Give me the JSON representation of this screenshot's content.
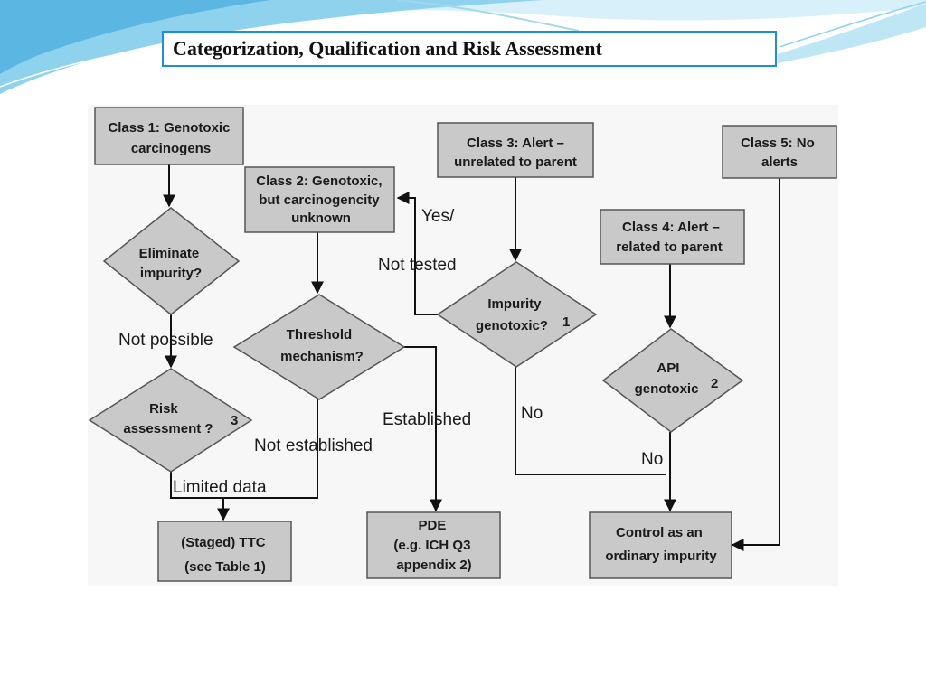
{
  "slide": {
    "title": "Categorization, Qualification and Risk Assessment",
    "colors": {
      "title_border": "#1e8fd0",
      "box_fill": "#c9c9c9",
      "box_stroke": "#555555",
      "arrow": "#111111",
      "wave_light": "#bfe6f5",
      "wave_mid": "#7fcbea"
    }
  },
  "diagram": {
    "class1": [
      "Class 1: Genotoxic",
      "carcinogens"
    ],
    "class2": [
      "Class 2: Genotoxic,",
      "but carcinogencity",
      "unknown"
    ],
    "class3": [
      "Class 3: Alert –",
      "unrelated to parent"
    ],
    "class4": [
      "Class 4: Alert –",
      "related to parent"
    ],
    "class5": [
      "Class 5: No",
      "alerts"
    ],
    "eliminate": [
      "Eliminate",
      "impurity?"
    ],
    "risk": [
      "Risk",
      "assessment  ?"
    ],
    "risk_sup": "3",
    "threshold": [
      "Threshold",
      "mechanism?"
    ],
    "impurity_genotoxic": [
      "Impurity",
      "genotoxic?"
    ],
    "impurity_sup": "1",
    "api_genotoxic": [
      "API",
      "genotoxic"
    ],
    "api_sup": "2",
    "ttc": [
      "(Staged) TTC",
      "(see Table 1)"
    ],
    "pde": [
      "PDE",
      "(e.g. ICH Q3",
      "appendix 2)"
    ],
    "control": [
      "Control as an",
      "ordinary impurity"
    ],
    "labels": {
      "not_possible": "Not possible",
      "limited_data": "Limited data",
      "not_established": "Not established",
      "established": "Established",
      "yes": "Yes/",
      "not_tested": "Not tested",
      "no_impurity": "No",
      "no_api": "No"
    }
  }
}
